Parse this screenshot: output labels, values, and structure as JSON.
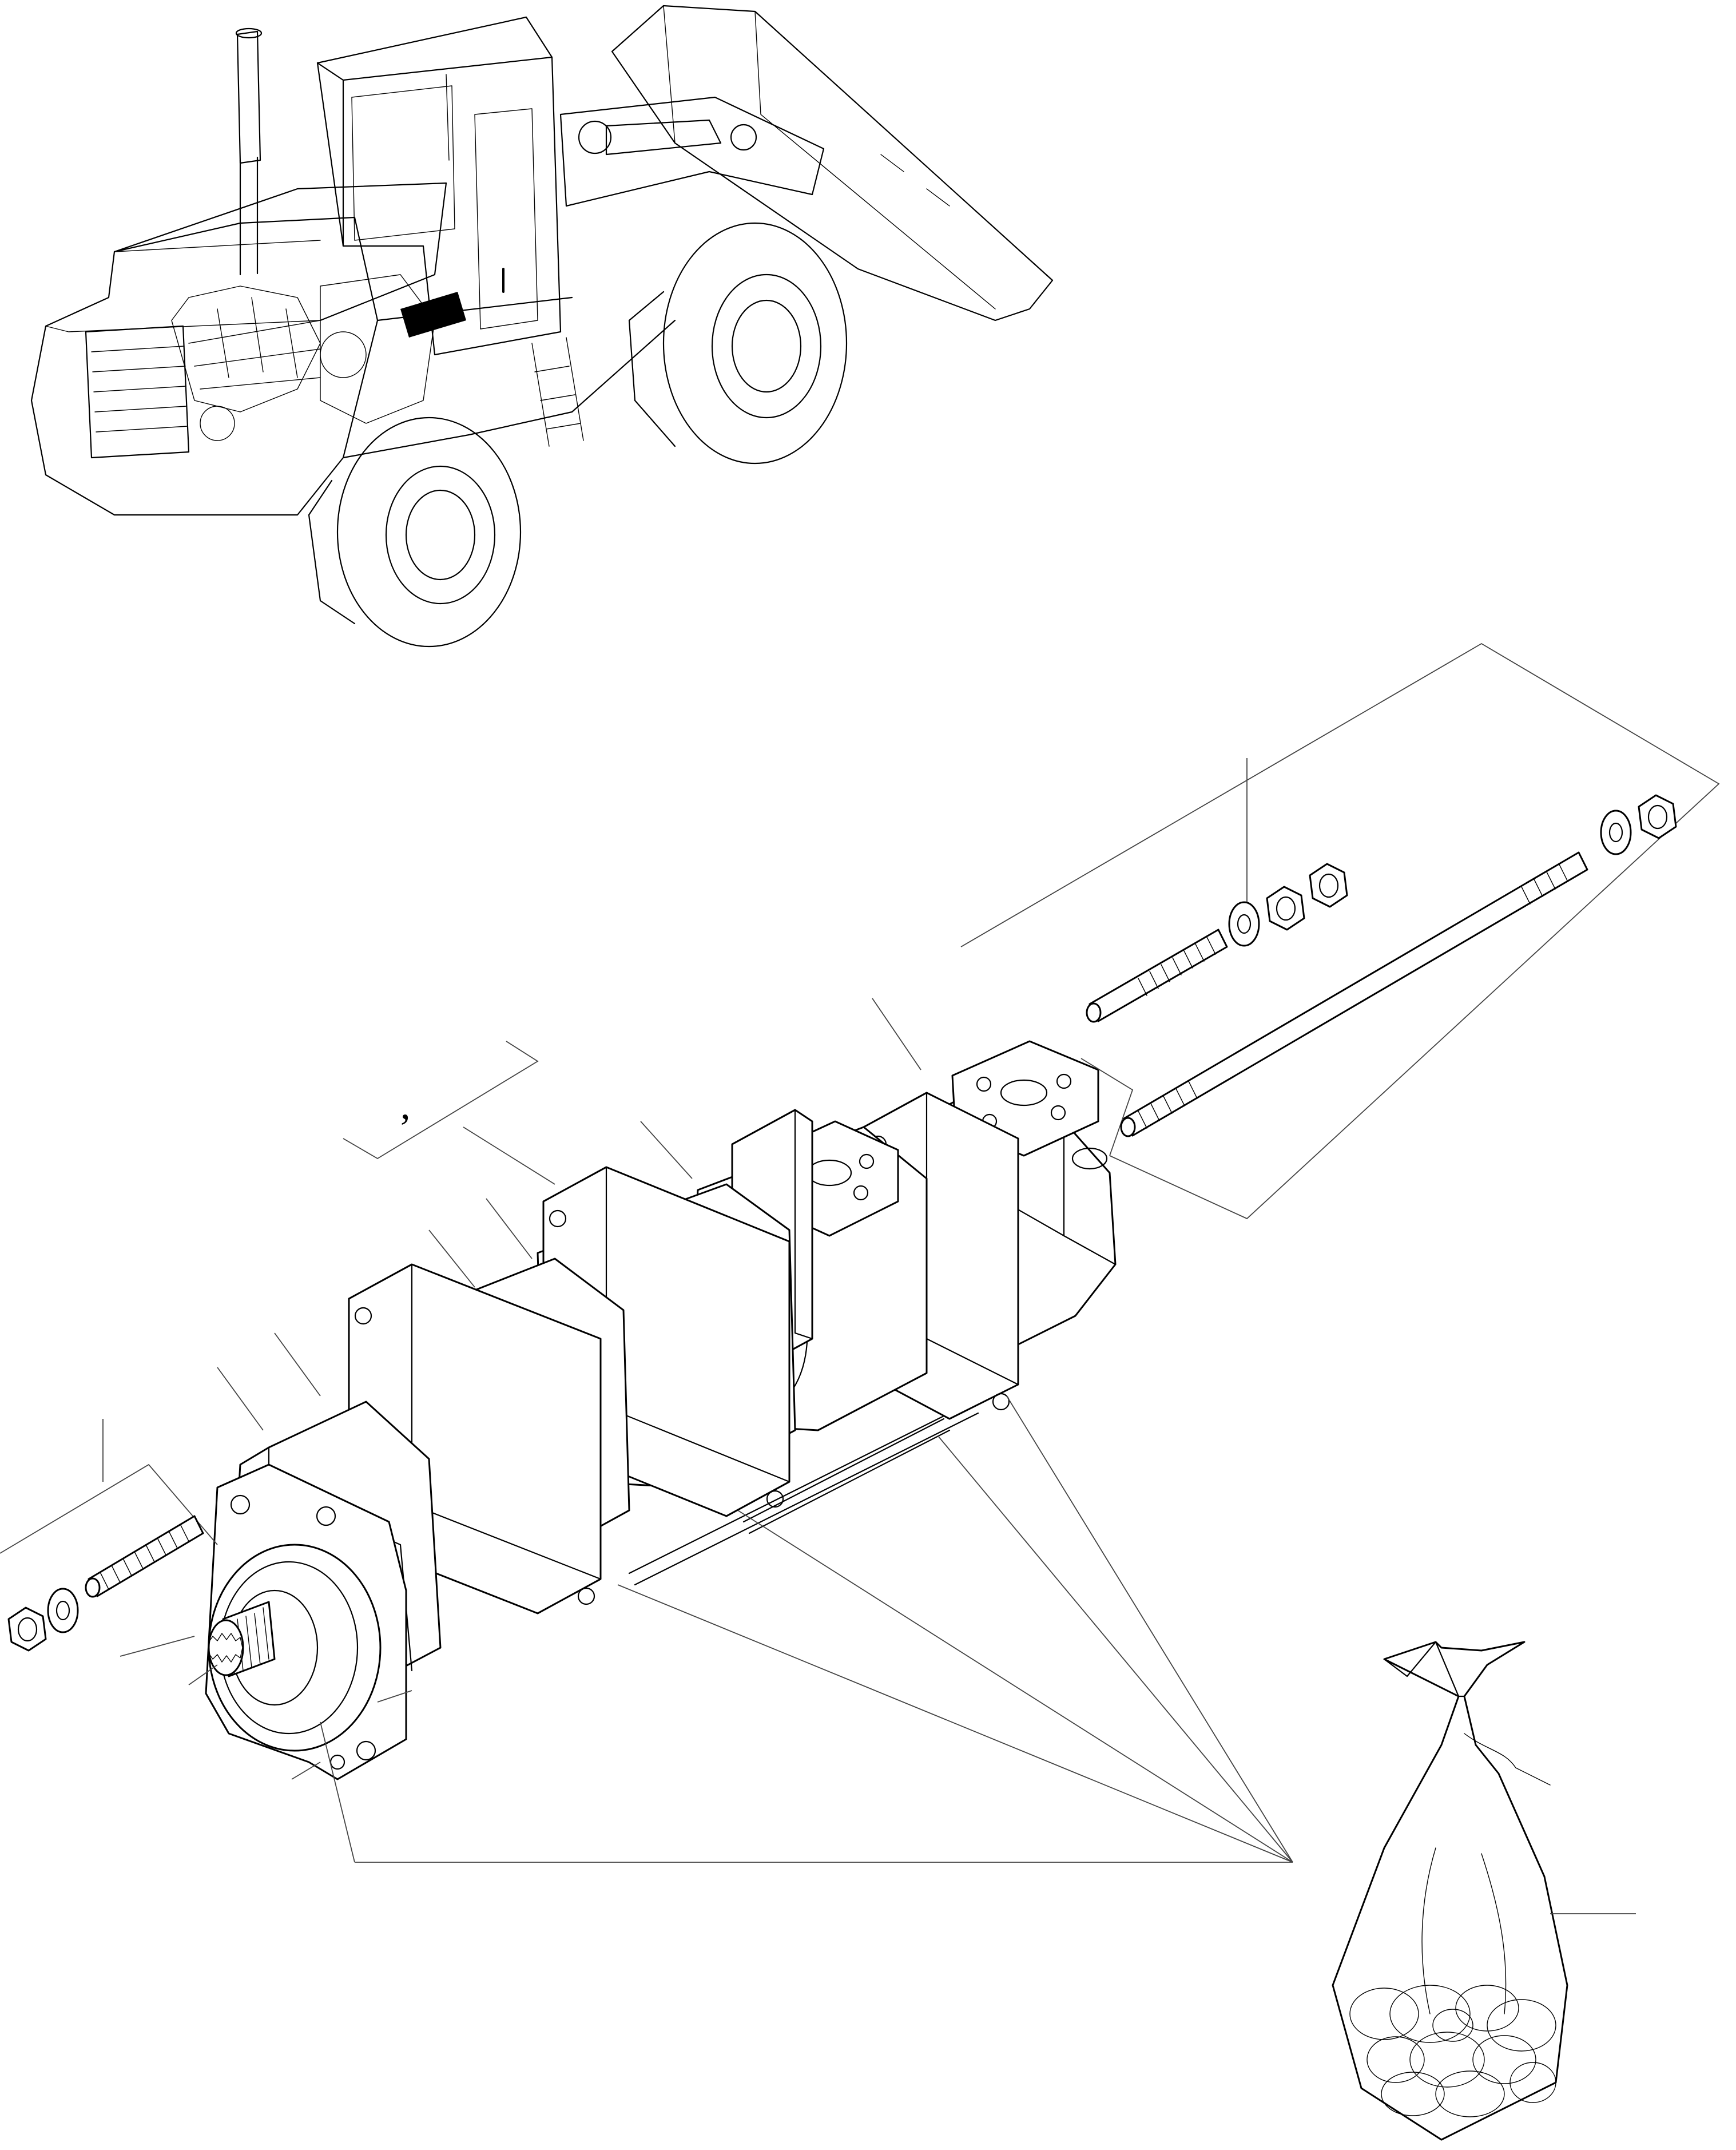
{
  "figure": {
    "domain": "Diagram",
    "kind": "exploded parts view",
    "locator_view": "wheel-loader",
    "callouts": [
      {
        "id": "bolt-set-right-bracket",
        "text": ""
      },
      {
        "id": "pump-callouts-left",
        "text": ""
      },
      {
        "id": "note-bracket",
        "text": ","
      },
      {
        "id": "bolt-set-left-bracket",
        "text": ""
      },
      {
        "id": "seal-kit-bag",
        "text": ""
      }
    ]
  }
}
